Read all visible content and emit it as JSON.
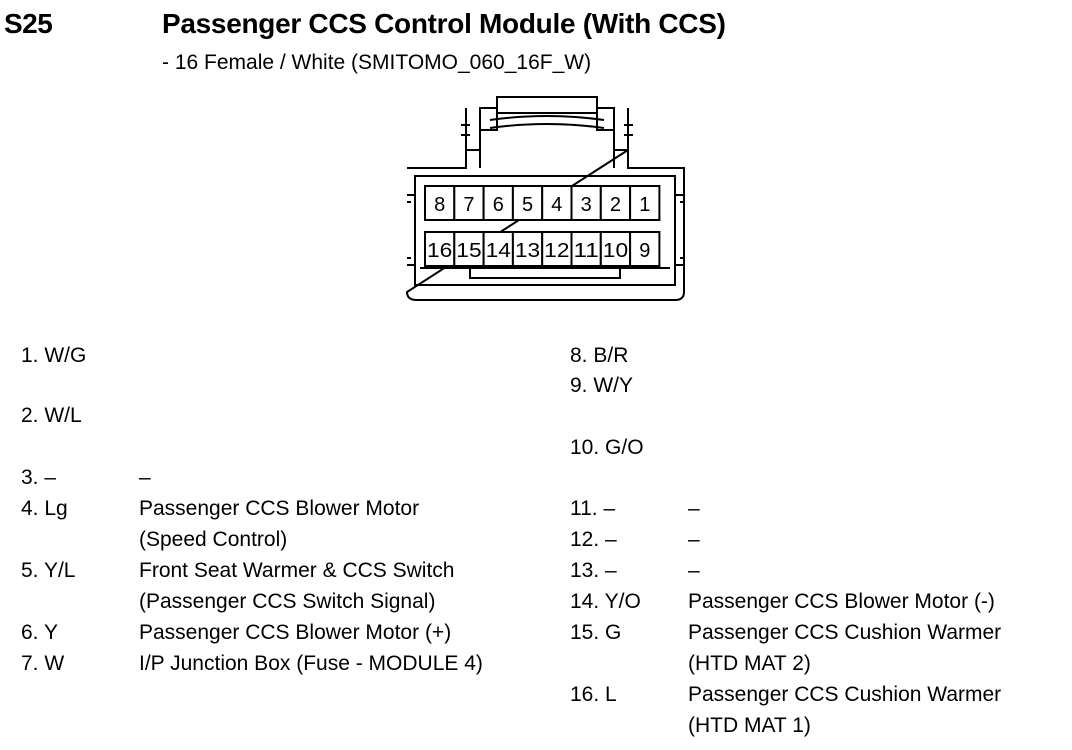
{
  "header": {
    "code": "S25",
    "title": "Passenger CCS Control Module (With CCS)",
    "subtitle": "- 16 Female / White (SMITOMO_060_16F_W)"
  },
  "connector": {
    "top_row": [
      "8",
      "7",
      "6",
      "5",
      "4",
      "3",
      "2",
      "1"
    ],
    "bottom_row": [
      "16",
      "15",
      "14",
      "13",
      "12",
      "11",
      "10",
      "9"
    ]
  },
  "pins": [
    {
      "id": "1. W/G",
      "desc": []
    },
    {
      "id": "2. W/L",
      "desc": []
    },
    {
      "id": "3. –",
      "desc": [
        "–"
      ]
    },
    {
      "id": "4. Lg",
      "desc": [
        "Passenger CCS Blower Motor",
        "(Speed Control)"
      ]
    },
    {
      "id": "5. Y/L",
      "desc": [
        "Front Seat Warmer & CCS Switch",
        "(Passenger CCS Switch Signal)"
      ]
    },
    {
      "id": "6. Y",
      "desc": [
        "Passenger CCS Blower Motor (+)"
      ]
    },
    {
      "id": "7. W",
      "desc": [
        "I/P Junction Box (Fuse - MODULE 4)"
      ]
    },
    {
      "id": "8. B/R",
      "desc": []
    },
    {
      "id": "9. W/Y",
      "desc": []
    },
    {
      "id": "10. G/O",
      "desc": []
    },
    {
      "id": "11. –",
      "desc": [
        "–"
      ]
    },
    {
      "id": "12. –",
      "desc": [
        "–"
      ]
    },
    {
      "id": "13. –",
      "desc": [
        "–"
      ]
    },
    {
      "id": "14. Y/O",
      "desc": [
        "Passenger CCS Blower Motor (-)"
      ]
    },
    {
      "id": "15. G",
      "desc": [
        "Passenger CCS Cushion Warmer",
        "(HTD MAT 2)"
      ]
    },
    {
      "id": "16. L",
      "desc": [
        "Passenger CCS Cushion Warmer",
        "(HTD MAT 1)"
      ]
    }
  ]
}
